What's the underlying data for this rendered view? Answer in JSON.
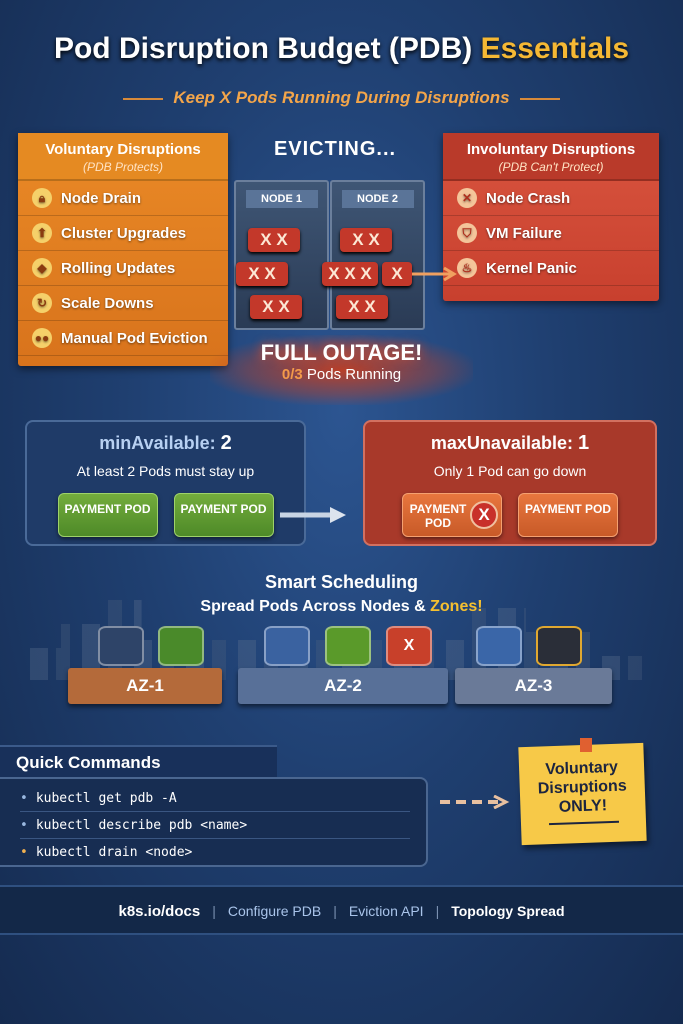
{
  "header": {
    "title": "Pod Disruption Budget (PDB)",
    "title_highlight": "Essentials",
    "subtitle": "Keep X Pods Running During Disruptions"
  },
  "voluntary": {
    "title": "Voluntary Disruptions",
    "subtitle": "(PDB Protects)",
    "items": [
      {
        "label": "Node Drain",
        "icon": "lock-icon"
      },
      {
        "label": "Cluster Upgrades",
        "icon": "upgrade-icon"
      },
      {
        "label": "Rolling Updates",
        "icon": "box-icon"
      },
      {
        "label": "Scale Downs",
        "icon": "refresh-icon"
      },
      {
        "label": "Manual Pod Eviction",
        "icon": "pods-icon"
      }
    ]
  },
  "involuntary": {
    "title": "Involuntary Disruptions",
    "subtitle": "(PDB Can't Protect)",
    "items": [
      {
        "label": "Node Crash",
        "icon": "x-circle-icon"
      },
      {
        "label": "VM Failure",
        "icon": "shield-icon"
      },
      {
        "label": "Kernel Panic",
        "icon": "fire-icon"
      }
    ]
  },
  "evicting": {
    "label": "EVICTING...",
    "node1": "NODE 1",
    "node2": "NODE 2",
    "x2": "X X",
    "x3": "X X X",
    "x1": "X"
  },
  "outage": {
    "title": "FULL OUTAGE!",
    "count": "0/3",
    "suffix": "Pods Running"
  },
  "min_available": {
    "key": "minAvailable:",
    "value": "2",
    "desc": "At least 2 Pods must stay up",
    "pod_label": "PAYMENT POD"
  },
  "max_unavailable": {
    "key": "maxUnavailable:",
    "value": "1",
    "desc": "Only 1 Pod can go down",
    "pod_label": "PAYMENT POD",
    "x": "X"
  },
  "scheduling": {
    "title": "Smart Scheduling",
    "desc": "Spread Pods Across Nodes &",
    "highlight": "Zones!",
    "zones": [
      "AZ-1",
      "AZ-2",
      "AZ-3"
    ]
  },
  "commands": {
    "title": "Quick Commands",
    "items": [
      "kubectl get pdb -A",
      "kubectl describe pdb <name>",
      "kubectl drain <node>"
    ]
  },
  "note": {
    "line1": "Voluntary",
    "line2": "Disruptions",
    "line3": "ONLY!"
  },
  "footer": {
    "links": [
      "k8s.io/docs",
      "Configure PDB",
      "Eviction API",
      "Topology Spread"
    ],
    "separator": "|"
  },
  "colors": {
    "orange": "#e58a22",
    "red": "#c8402e",
    "yellow": "#f5b834",
    "green": "#5e9a30",
    "bg": "#1f3f70"
  }
}
